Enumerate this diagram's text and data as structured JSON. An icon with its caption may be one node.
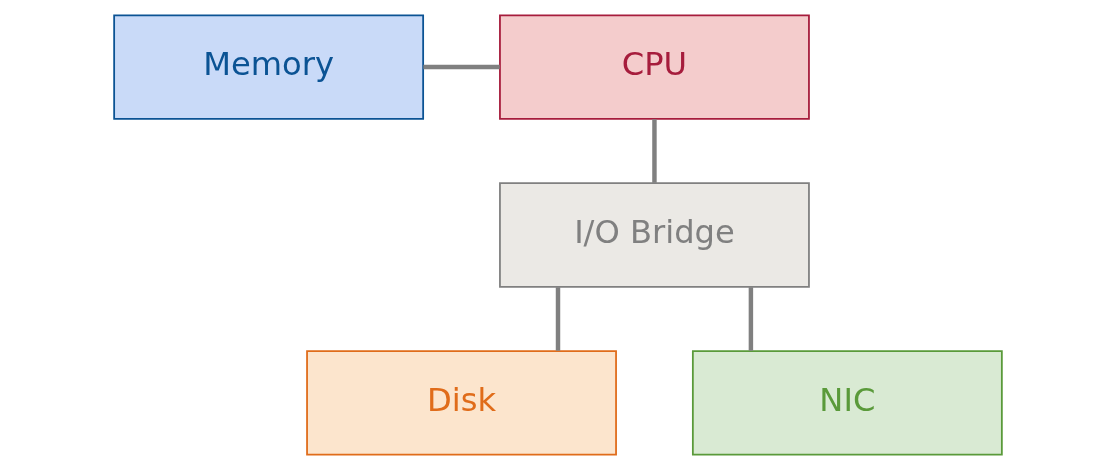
{
  "diagram": {
    "nodes": [
      {
        "text": [
          "Memory"
        ]
      },
      {
        "text": [
          "CPU"
        ]
      },
      {
        "text": [
          "I/O Bridge"
        ]
      },
      {
        "text": [
          "Disk"
        ]
      },
      {
        "text": [
          "NIC"
        ]
      }
    ],
    "edges": [
      {
        "from": 0,
        "to": 1,
        "arrow": "none"
      },
      {
        "from": 1,
        "to": 2,
        "arrow": "none"
      },
      {
        "from": 2,
        "to": 3,
        "arrow": "none"
      },
      {
        "from": 2,
        "to": 4,
        "arrow": "none"
      }
    ]
  }
}
